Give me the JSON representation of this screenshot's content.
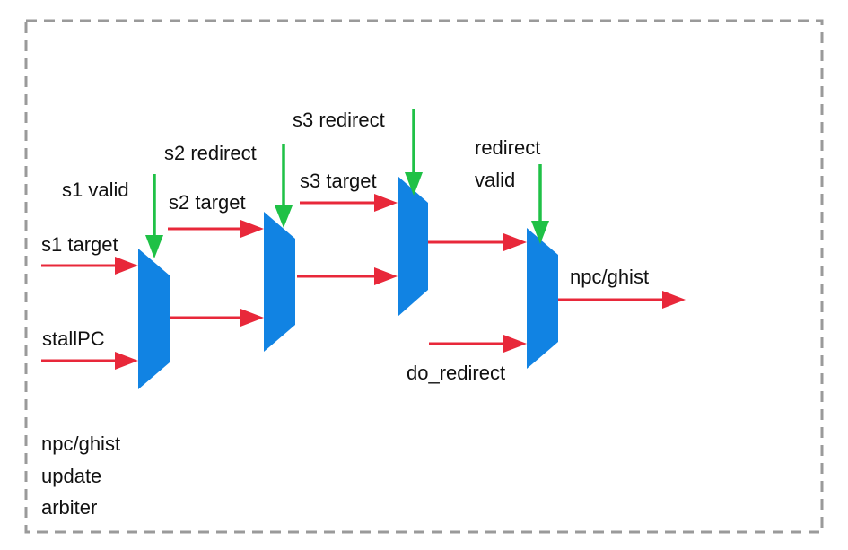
{
  "diagram": {
    "colors": {
      "mux": "#1183e3",
      "data_arrow": "#e8283a",
      "control_arrow": "#1fc146",
      "border": "#9a9a9a",
      "text": "#111111"
    },
    "labels": {
      "s1_valid": "s1 valid",
      "s1_target": "s1 target",
      "stall_pc": "stallPC",
      "s2_redirect": "s2 redirect",
      "s2_target": "s2 target",
      "s3_redirect": "s3 redirect",
      "s3_target": "s3 target",
      "redirect": "redirect",
      "valid": "valid",
      "do_redirect": "do_redirect",
      "output": "npc/ghist",
      "caption_line1": "npc/ghist",
      "caption_line2": "update",
      "caption_line3": "arbiter"
    }
  }
}
